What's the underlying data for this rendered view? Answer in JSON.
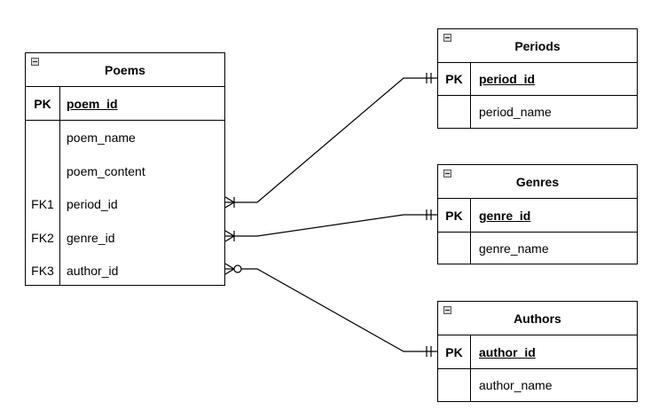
{
  "entities": {
    "poems": {
      "title": "Poems",
      "pk": {
        "key": "PK",
        "name": "poem_id"
      },
      "attributes": [
        {
          "key": "",
          "name": "poem_name"
        },
        {
          "key": "",
          "name": "poem_content"
        },
        {
          "key": "FK1",
          "name": "period_id"
        },
        {
          "key": "FK2",
          "name": "genre_id"
        },
        {
          "key": "FK3",
          "name": "author_id"
        }
      ]
    },
    "periods": {
      "title": "Periods",
      "pk": {
        "key": "PK",
        "name": "period_id"
      },
      "attributes": [
        {
          "key": "",
          "name": "period_name"
        }
      ]
    },
    "genres": {
      "title": "Genres",
      "pk": {
        "key": "PK",
        "name": "genre_id"
      },
      "attributes": [
        {
          "key": "",
          "name": "genre_name"
        }
      ]
    },
    "authors": {
      "title": "Authors",
      "pk": {
        "key": "PK",
        "name": "author_id"
      },
      "attributes": [
        {
          "key": "",
          "name": "author_name"
        }
      ]
    }
  },
  "relationships": [
    {
      "from": "poems.period_id",
      "to": "periods.period_id",
      "from_cardinality": "one-or-many",
      "to_cardinality": "exactly-one"
    },
    {
      "from": "poems.genre_id",
      "to": "genres.genre_id",
      "from_cardinality": "one-or-many",
      "to_cardinality": "exactly-one"
    },
    {
      "from": "poems.author_id",
      "to": "authors.author_id",
      "from_cardinality": "zero-or-many",
      "to_cardinality": "exactly-one"
    }
  ]
}
